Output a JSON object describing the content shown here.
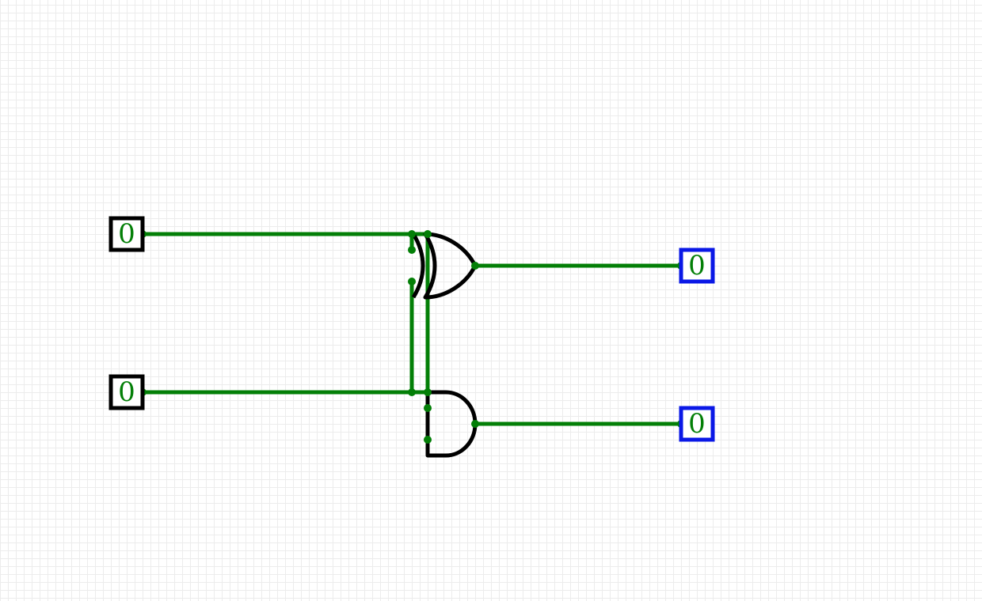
{
  "colors": {
    "wire": "#037f07",
    "gate_outline": "#000000",
    "input_border": "#000000",
    "output_border": "#0a18e6",
    "value_text": "#037f07",
    "grid": "#ececec"
  },
  "circuit": {
    "inputs": [
      {
        "value": "0"
      },
      {
        "value": "0"
      }
    ],
    "gates": [
      {
        "type": "XOR"
      },
      {
        "type": "AND"
      }
    ],
    "outputs": [
      {
        "value": "0"
      },
      {
        "value": "0"
      }
    ]
  }
}
